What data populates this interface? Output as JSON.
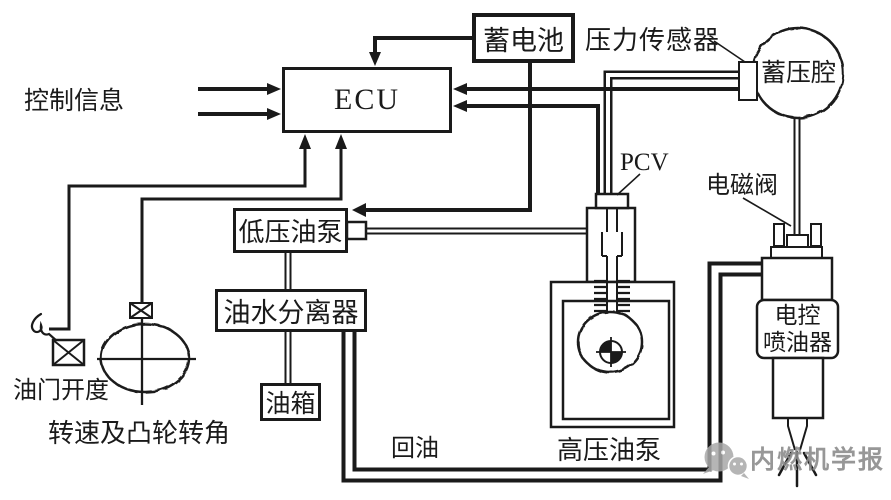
{
  "diagram": {
    "boxes": {
      "battery": "蓄电池",
      "ecu": "ECU",
      "low_pressure_pump": "低压油泵",
      "oil_water_separator": "油水分离器",
      "fuel_tank": "油箱"
    },
    "labels": {
      "control_info": "控制信息",
      "pressure_sensor": "压力传感器",
      "accumulator_chamber": "蓄压腔",
      "pcv": "PCV",
      "solenoid_valve": "电磁阀",
      "throttle_opening": "油门开度",
      "speed_and_cam_angle": "转速及凸轮转角",
      "return_oil": "回油",
      "high_pressure_pump": "高压油泵",
      "injector_line1": "电控",
      "injector_line2": "喷油器"
    },
    "watermark": {
      "text": "内燃机学报"
    },
    "colors": {
      "line": "#1a1a1a",
      "background": "#ffffff",
      "watermark_text": "#8c8c8c",
      "watermark_logo": "#a9a9a9"
    }
  }
}
